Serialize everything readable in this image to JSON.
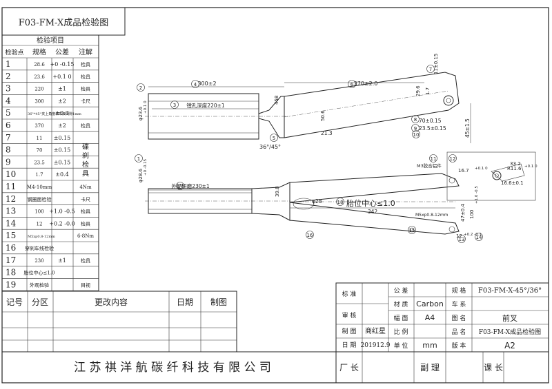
{
  "drawing_title": "F03-FM-X成品检验图",
  "inspection": {
    "section_title": "检验项目",
    "headers": {
      "point": "检验点",
      "spec": "规格",
      "tol": "公差",
      "note": "注解"
    },
    "rows": [
      {
        "no": "1",
        "spec": "28.6",
        "tol": "+0 -0.15",
        "note": "检具"
      },
      {
        "no": "2",
        "spec": "23.6",
        "tol": "+0.1 0",
        "note": "检具"
      },
      {
        "no": "3",
        "spec": "220",
        "tol": "±1",
        "note": "检具"
      },
      {
        "no": "4",
        "spec": "300",
        "tol": "±2",
        "note": "卡尺"
      },
      {
        "no": "5",
        "spec": "36°*45°夹上角度和车架间隙1mm",
        "tol": "±0.3",
        "note": ""
      },
      {
        "no": "6",
        "spec": "370",
        "tol": "±2",
        "note": "检具"
      },
      {
        "no": "7",
        "spec": "11",
        "tol": "±0.15",
        "note": ""
      },
      {
        "no": "8",
        "spec": "70",
        "tol": "±0.15",
        "note": ""
      },
      {
        "no": "9",
        "spec": "23.5",
        "tol": "±0.15",
        "note": ""
      },
      {
        "no": "10",
        "spec": "1.7",
        "tol": "±0.4",
        "note": ""
      },
      {
        "no": "11",
        "spec": "M4-10mm",
        "tol": "",
        "note": "4Nm"
      },
      {
        "no": "12",
        "spec": "钢圈面检验",
        "tol": "",
        "note": "卡尺"
      },
      {
        "no": "13",
        "spec": "100",
        "tol": "+1.0 -0.5",
        "note": "检具"
      },
      {
        "no": "14",
        "spec": "12",
        "tol": "+0.2 -0.0",
        "note": "检具"
      },
      {
        "no": "15",
        "spec": "M5xp0.8-12mm",
        "tol": "",
        "note": "6-8Nm"
      },
      {
        "no": "16",
        "spec": "穿刹车线检验",
        "tol": "",
        "note": ""
      },
      {
        "no": "17",
        "spec": "230",
        "tol": "±1",
        "note": "检具"
      },
      {
        "no": "18",
        "spec": "胎位中心≤1.0",
        "tol": "",
        "note": ""
      },
      {
        "no": "19",
        "spec": "外观检验",
        "tol": "",
        "note": "目视"
      }
    ],
    "merged_note": "碟刹检具"
  },
  "revision": {
    "headers": [
      "记号",
      "分区",
      "更改内容",
      "日期",
      "制图"
    ]
  },
  "company": "江 苏 祺 洋 航 碳 纤 科 技 有 限 公 司",
  "title_block": {
    "labels": {
      "audit1": "标 准",
      "audit2": "审 核",
      "draw": "制 图",
      "date": "日 期",
      "tol": "公 差",
      "material": "材 质",
      "size": "幅 面",
      "scale": "比 例",
      "unit": "单 位",
      "spec": "规 格",
      "vehicle": "车 系",
      "partname": "图 名",
      "prodname": "品 名",
      "version": "版 本",
      "factory": "厂 长",
      "deputy": "副 理",
      "section": "课 长"
    },
    "values": {
      "spec": "F03-FM-X-45°/36°",
      "material": "Carbon",
      "size": "A4",
      "partname": "前叉",
      "prodname": "F03-FM-X成品检验图",
      "drafter": "商红星",
      "date": "201912.9",
      "unit": "mm",
      "version": "A2"
    }
  },
  "drawing": {
    "labels": {
      "d4": "300±2",
      "d6": "370±2.0",
      "d3": "镗孔深度220±1",
      "d458": "458",
      "d_phi236": "φ23.6",
      "d_tol2": "+0.1 0",
      "d11": "11±0.15",
      "d17": "1.7",
      "d296": "29.6",
      "d8": "70±0.15",
      "d9": "23.5±0.15",
      "d506": "50.6",
      "d213": "21.3",
      "d36": "36°/45°",
      "d451": "45±1.5",
      "d28": "φ28.6",
      "d28tol": "+0 -0.15",
      "d17b": "外径研磨230±1",
      "d398": "39.8",
      "dp28": "φ28",
      "d18": "胎位中心≤1.0",
      "d342": "342",
      "d15": "M5xp0.8-12mm",
      "d11b": "M3胶合铝件",
      "d167": "16.7",
      "d167t": "+0.1 0",
      "d100": "100",
      "d100t": "+1.0 -0.5",
      "d47": "47±0.4",
      "d12": "12",
      "d12t": "+0.2 -0.1",
      "d332": "33.2",
      "dr116": "R11.6",
      "dr116t": "+0.1 0",
      "d166": "16.6±0.1"
    },
    "balloons": [
      "1",
      "2",
      "3",
      "4",
      "5",
      "6",
      "7",
      "8",
      "9",
      "10",
      "11",
      "12",
      "13",
      "14",
      "15",
      "16",
      "17",
      "18"
    ]
  }
}
